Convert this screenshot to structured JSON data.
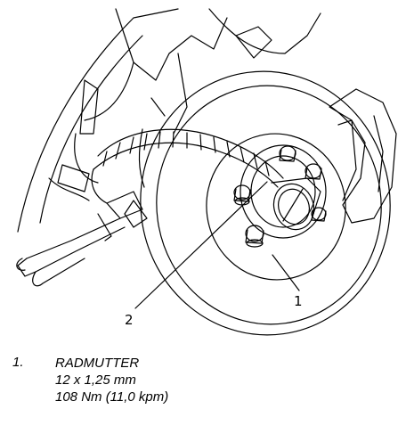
{
  "callouts": [
    {
      "number": "1"
    },
    {
      "number": "2"
    }
  ],
  "legend": {
    "items": [
      {
        "number": "1.",
        "lines": [
          "RADMUTTER",
          "12 x 1,25 mm",
          "108 Nm (11,0 kpm)"
        ]
      }
    ]
  }
}
